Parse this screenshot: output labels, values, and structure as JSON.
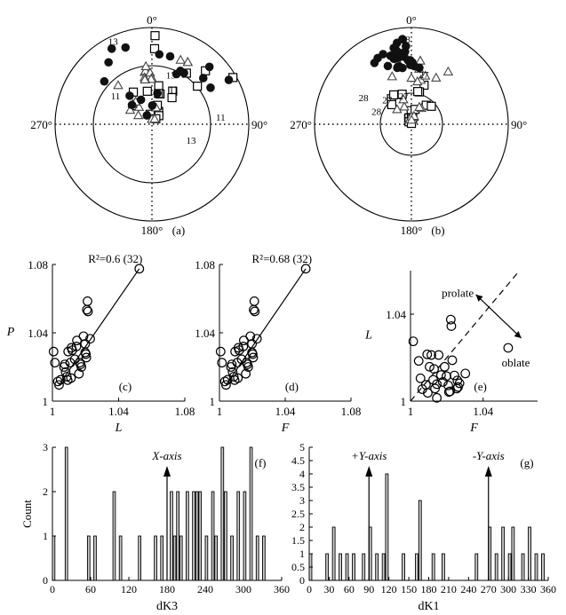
{
  "stereonets": [
    {
      "panel": "(a)",
      "directions": {
        "top": "0°",
        "right": "90°",
        "bottom": "180°",
        "left": "270°"
      },
      "squares": [
        [
          -48,
          -30
        ],
        [
          -61,
          -42
        ],
        [
          -78,
          -10
        ],
        [
          -46,
          10
        ],
        [
          -52,
          -8
        ],
        [
          -54,
          15
        ],
        [
          -73,
          28
        ],
        [
          -67,
          16
        ],
        [
          -46,
          32
        ],
        [
          -77,
          39
        ],
        [
          -52,
          37
        ],
        [
          -14,
          45
        ],
        [
          2,
          60
        ],
        [
          27,
          50
        ],
        [
          25,
          34
        ],
        [
          82,
          35
        ],
        [
          54,
          12
        ],
        [
          14,
          2
        ],
        [
          5,
          2
        ]
      ],
      "triangles": [
        [
          -58,
          -36
        ],
        [
          -78,
          -22
        ],
        [
          -65,
          -37
        ],
        [
          -71,
          -57
        ],
        [
          -60,
          -57
        ],
        [
          -58,
          -44
        ],
        [
          -58,
          -36
        ],
        [
          -84,
          -1
        ],
        [
          -33,
          -8
        ],
        [
          -32,
          -7
        ],
        [
          -70,
          14
        ],
        [
          -34,
          -2
        ],
        [
          -39,
          0
        ],
        [
          -28,
          -6
        ],
        [
          -34,
          -41
        ],
        [
          -83,
          27
        ],
        [
          -18,
          24
        ],
        [
          -17,
          30
        ],
        [
          -17,
          30
        ],
        [
          -40,
          -1
        ],
        [
          -38,
          -9
        ],
        [
          -40,
          -9
        ]
      ],
      "dots": [
        [
          -23,
          -48
        ],
        [
          -49,
          -38
        ],
        [
          -58,
          -46
        ],
        [
          -14,
          -35
        ],
        [
          -7,
          -28
        ],
        [
          -10,
          -19
        ],
        [
          -59,
          -24
        ],
        [
          -78,
          -30
        ],
        [
          -68,
          1
        ],
        [
          -54,
          10
        ],
        [
          5,
          60
        ],
        [
          -26,
          32
        ],
        [
          -30,
          26
        ],
        [
          -19,
          58
        ],
        [
          -18,
          15
        ],
        [
          -18,
          6
        ],
        [
          -10,
          45
        ],
        [
          -19,
          48
        ],
        [
          -26,
          28
        ]
      ],
      "labels": [
        {
          "text": "11",
          "lon": -39,
          "ang": -52
        },
        {
          "text": "11",
          "lon": -44,
          "ang": 32
        },
        {
          "text": "13",
          "lon": -33,
          "ang": 21
        },
        {
          "text": "13",
          "lon": -3,
          "ang": -25
        },
        {
          "text": "13",
          "lon": -43,
          "ang": 112
        },
        {
          "text": "11",
          "lon": -19,
          "ang": 84
        }
      ]
    },
    {
      "panel": "(b)",
      "directions": {
        "top": "0°",
        "right": "90°",
        "bottom": "180°",
        "left": "270°"
      },
      "squares": [
        [
          -53,
          -38
        ],
        [
          -51,
          -31
        ],
        [
          -74,
          -1
        ],
        [
          -82,
          -24
        ],
        [
          -82,
          -20
        ],
        [
          -82,
          -21
        ],
        [
          -58,
          -45
        ],
        [
          -44,
          18
        ],
        [
          -86,
          -44
        ],
        [
          -62,
          38
        ],
        [
          -59,
          48
        ],
        [
          -52,
          14
        ],
        [
          -89,
          3
        ],
        [
          -54,
          -17
        ],
        [
          -82,
          0
        ],
        [
          -83,
          13
        ],
        [
          -52,
          11
        ],
        [
          -72,
          14
        ]
      ],
      "triangles": [
        [
          -68,
          -22
        ],
        [
          -66,
          -44
        ],
        [
          -84,
          -18
        ],
        [
          -81,
          0
        ],
        [
          -81,
          20
        ],
        [
          -81,
          16
        ],
        [
          -80,
          18
        ],
        [
          -85,
          2
        ],
        [
          -34,
          -22
        ],
        [
          -68,
          32
        ],
        [
          -33,
          28
        ],
        [
          -30,
          8
        ],
        [
          -40,
          12
        ],
        [
          -23,
          8
        ],
        [
          -68,
          25
        ],
        [
          -42,
          8
        ],
        [
          -39,
          0
        ],
        [
          -60,
          -18
        ],
        [
          -23,
          35
        ],
        [
          -24,
          -12
        ],
        [
          -35,
          16
        ]
      ],
      "dots": [
        [
          -28,
          -14
        ],
        [
          -24,
          -22
        ],
        [
          -15,
          -27
        ],
        [
          -17,
          -31
        ],
        [
          -28,
          3
        ],
        [
          -17,
          -8
        ],
        [
          -16,
          -5
        ],
        [
          -9,
          -10
        ],
        [
          -17,
          -17
        ],
        [
          -17,
          -16
        ],
        [
          -20,
          -13
        ],
        [
          -16,
          -13
        ],
        [
          -17,
          -14
        ],
        [
          -17,
          -6
        ],
        [
          -12,
          -4
        ],
        [
          -14,
          -22
        ],
        [
          -25,
          1
        ],
        [
          -29,
          -9
        ],
        [
          -27,
          -12
        ],
        [
          -29,
          8
        ],
        [
          -23,
          -1
        ],
        [
          -27,
          -1
        ],
        [
          -23,
          -3
        ],
        [
          -12,
          -13
        ],
        [
          -12,
          -12
        ],
        [
          -20,
          -15
        ],
        [
          -20,
          -11
        ],
        [
          -20,
          -6
        ],
        [
          -18,
          -9
        ],
        [
          -7,
          -6
        ],
        [
          -15,
          -11
        ]
      ],
      "labels": [
        {
          "text": "28",
          "lon": -31,
          "ang": -61
        },
        {
          "text": "27",
          "lon": -56,
          "ang": -15
        },
        {
          "text": "28",
          "lon": -48,
          "ang": -70
        },
        {
          "text": "27",
          "lon": -34,
          "ang": 14
        },
        {
          "text": "27",
          "lon": -51,
          "ang": -45
        },
        {
          "text": "28",
          "lon": -7,
          "ang": -4
        }
      ]
    }
  ],
  "chart_data": [
    {
      "type": "scatter",
      "panel": "(c)",
      "xlabel": "L",
      "ylabel": "P",
      "xticks": [
        "1",
        "1.04",
        "1.08"
      ],
      "yticks": [
        "1",
        "1.04",
        "1.08"
      ],
      "xlim": [
        1,
        1.08
      ],
      "ylim": [
        1,
        1.08
      ],
      "annotation": "R²=0.6 (32)",
      "points": [
        [
          1.0007,
          1.029
        ],
        [
          1.0015,
          1.0225
        ],
        [
          1.0033,
          1.0115
        ],
        [
          1.004,
          1.0095
        ],
        [
          1.005,
          1.0125
        ],
        [
          1.007,
          1.02
        ],
        [
          1.008,
          1.017
        ],
        [
          1.0087,
          1.0143
        ],
        [
          1.0092,
          1.0123
        ],
        [
          1.0095,
          1.029
        ],
        [
          1.0108,
          1.0225
        ],
        [
          1.0115,
          1.0312
        ],
        [
          1.012,
          1.0298
        ],
        [
          1.0145,
          1.032
        ],
        [
          1.0148,
          1.0355
        ],
        [
          1.016,
          1.016
        ],
        [
          1.0165,
          1.0225
        ],
        [
          1.017,
          1.0215
        ],
        [
          1.0175,
          1.02
        ],
        [
          1.0188,
          1.038
        ],
        [
          1.0198,
          1.0335
        ],
        [
          1.0198,
          1.0285
        ],
        [
          1.0202,
          1.0275
        ],
        [
          1.0205,
          1.0255
        ],
        [
          1.0208,
          1.0535
        ],
        [
          1.0212,
          1.0585
        ],
        [
          1.0215,
          1.0525
        ],
        [
          1.0228,
          1.0365
        ],
        [
          1.0525,
          1.0775
        ],
        [
          1.0075,
          1.0215
        ],
        [
          1.0112,
          1.0135
        ],
        [
          1.0135,
          1.0245
        ]
      ],
      "fit_line": [
        [
          1.004,
          1.0095
        ],
        [
          1.0525,
          1.0775
        ]
      ]
    },
    {
      "type": "scatter",
      "panel": "(d)",
      "xlabel": "F",
      "ylabel": "",
      "xticks": [
        "1",
        "1.04",
        "1.08"
      ],
      "yticks": [
        "1",
        "1.04",
        "1.08"
      ],
      "xlim": [
        1,
        1.08
      ],
      "ylim": [
        1,
        1.08
      ],
      "annotation": "R²=0.68 (32)",
      "points": [
        [
          1.0007,
          1.029
        ],
        [
          1.0015,
          1.0225
        ],
        [
          1.0033,
          1.0115
        ],
        [
          1.004,
          1.0095
        ],
        [
          1.005,
          1.0125
        ],
        [
          1.007,
          1.02
        ],
        [
          1.008,
          1.017
        ],
        [
          1.0087,
          1.0143
        ],
        [
          1.0092,
          1.0123
        ],
        [
          1.0095,
          1.029
        ],
        [
          1.0108,
          1.0225
        ],
        [
          1.0115,
          1.0312
        ],
        [
          1.012,
          1.0298
        ],
        [
          1.0145,
          1.032
        ],
        [
          1.0148,
          1.0355
        ],
        [
          1.016,
          1.016
        ],
        [
          1.0165,
          1.0225
        ],
        [
          1.017,
          1.0215
        ],
        [
          1.0175,
          1.02
        ],
        [
          1.0188,
          1.038
        ],
        [
          1.0198,
          1.0335
        ],
        [
          1.0198,
          1.0285
        ],
        [
          1.0202,
          1.0275
        ],
        [
          1.0205,
          1.0255
        ],
        [
          1.0208,
          1.0535
        ],
        [
          1.0212,
          1.0585
        ],
        [
          1.0215,
          1.0525
        ],
        [
          1.0228,
          1.0365
        ],
        [
          1.0525,
          1.0775
        ],
        [
          1.0075,
          1.0215
        ],
        [
          1.0112,
          1.0135
        ],
        [
          1.0135,
          1.0245
        ]
      ],
      "fit_line": [
        [
          1.004,
          1.0095
        ],
        [
          1.0525,
          1.0775
        ]
      ]
    },
    {
      "type": "scatter",
      "panel": "(e)",
      "xlabel": "F",
      "ylabel": "L",
      "xticks": [
        "1",
        "1.04"
      ],
      "yticks": [
        "1",
        "1.04"
      ],
      "xlim": [
        1,
        1.07
      ],
      "ylim": [
        1,
        1.06
      ],
      "annotations": [
        "prolate",
        "oblate"
      ],
      "points": [
        [
          1.0015,
          1.0275
        ],
        [
          1.0045,
          1.0185
        ],
        [
          1.0055,
          1.0105
        ],
        [
          1.0065,
          1.0055
        ],
        [
          1.0085,
          1.0075
        ],
        [
          1.0095,
          1.0038
        ],
        [
          1.0105,
          1.0158
        ],
        [
          1.0115,
          1.0212
        ],
        [
          1.0125,
          1.0098
        ],
        [
          1.0135,
          1.0058
        ],
        [
          1.0145,
          1.0078
        ],
        [
          1.0155,
          1.0212
        ],
        [
          1.0168,
          1.012
        ],
        [
          1.0178,
          1.0088
        ],
        [
          1.0188,
          1.0158
        ],
        [
          1.0198,
          1.0115
        ],
        [
          1.0208,
          1.0072
        ],
        [
          1.0212,
          1.0042
        ],
        [
          1.0218,
          1.0045
        ],
        [
          1.0222,
          1.0375
        ],
        [
          1.0225,
          1.0345
        ],
        [
          1.023,
          1.0188
        ],
        [
          1.0242,
          1.0118
        ],
        [
          1.0255,
          1.0058
        ],
        [
          1.0258,
          1.0095
        ],
        [
          1.0262,
          1.0065
        ],
        [
          1.027,
          1.0082
        ],
        [
          1.0538,
          1.0245
        ],
        [
          1.0302,
          1.0127
        ],
        [
          1.0092,
          1.0215
        ],
        [
          1.013,
          1.0148
        ],
        [
          1.0145,
          1.0015
        ]
      ],
      "diagonal": [
        [
          1,
          1
        ],
        [
          1.06,
          1.06
        ]
      ]
    },
    {
      "type": "bar",
      "panel": "(f)",
      "xlabel": "dK3",
      "ylabel": "Count",
      "xticks": [
        "0",
        "60",
        "120",
        "180",
        "240",
        "300",
        "360"
      ],
      "yticks": [
        "0",
        "1",
        "2",
        "3"
      ],
      "xlim": [
        0,
        360
      ],
      "ylim": [
        0,
        3
      ],
      "bin_width": 5,
      "arrow": {
        "label": "X-axis",
        "x": 180
      },
      "bars": [
        [
          0,
          1
        ],
        [
          20,
          3
        ],
        [
          55,
          1
        ],
        [
          65,
          1
        ],
        [
          95,
          2
        ],
        [
          105,
          1
        ],
        [
          135,
          1
        ],
        [
          160,
          1
        ],
        [
          170,
          1
        ],
        [
          185,
          2
        ],
        [
          190,
          1
        ],
        [
          195,
          2
        ],
        [
          200,
          1
        ],
        [
          210,
          2
        ],
        [
          220,
          2
        ],
        [
          225,
          2
        ],
        [
          230,
          2
        ],
        [
          240,
          1
        ],
        [
          250,
          2
        ],
        [
          255,
          1
        ],
        [
          265,
          3
        ],
        [
          270,
          2
        ],
        [
          280,
          1
        ],
        [
          290,
          2
        ],
        [
          300,
          2
        ],
        [
          310,
          3
        ],
        [
          320,
          1
        ],
        [
          330,
          1
        ]
      ]
    },
    {
      "type": "bar",
      "panel": "(g)",
      "xlabel": "dK1",
      "ylabel": "",
      "xticks": [
        "0",
        "30",
        "60",
        "90",
        "120",
        "150",
        "180",
        "210",
        "240",
        "270",
        "300",
        "330",
        "360"
      ],
      "yticks": [
        "0",
        "0.5",
        "1",
        "1.5",
        "2",
        "2.5",
        "3",
        "3.5",
        "4",
        "4.5",
        "5"
      ],
      "xlim": [
        0,
        360
      ],
      "ylim": [
        0,
        5
      ],
      "bin_width": 5,
      "arrows": [
        {
          "label": "+Y-axis",
          "x": 90
        },
        {
          "label": "-Y-axis",
          "x": 270
        }
      ],
      "bars": [
        [
          0,
          1
        ],
        [
          25,
          1
        ],
        [
          35,
          2
        ],
        [
          45,
          1
        ],
        [
          55,
          1
        ],
        [
          65,
          1
        ],
        [
          80,
          1
        ],
        [
          90,
          2
        ],
        [
          100,
          1
        ],
        [
          110,
          1
        ],
        [
          115,
          4
        ],
        [
          140,
          1
        ],
        [
          160,
          1
        ],
        [
          165,
          3
        ],
        [
          185,
          1
        ],
        [
          200,
          1
        ],
        [
          250,
          1
        ],
        [
          270,
          2
        ],
        [
          280,
          1
        ],
        [
          290,
          2
        ],
        [
          300,
          1
        ],
        [
          305,
          2
        ],
        [
          320,
          1
        ],
        [
          330,
          2
        ],
        [
          340,
          1
        ],
        [
          350,
          1
        ]
      ]
    }
  ]
}
